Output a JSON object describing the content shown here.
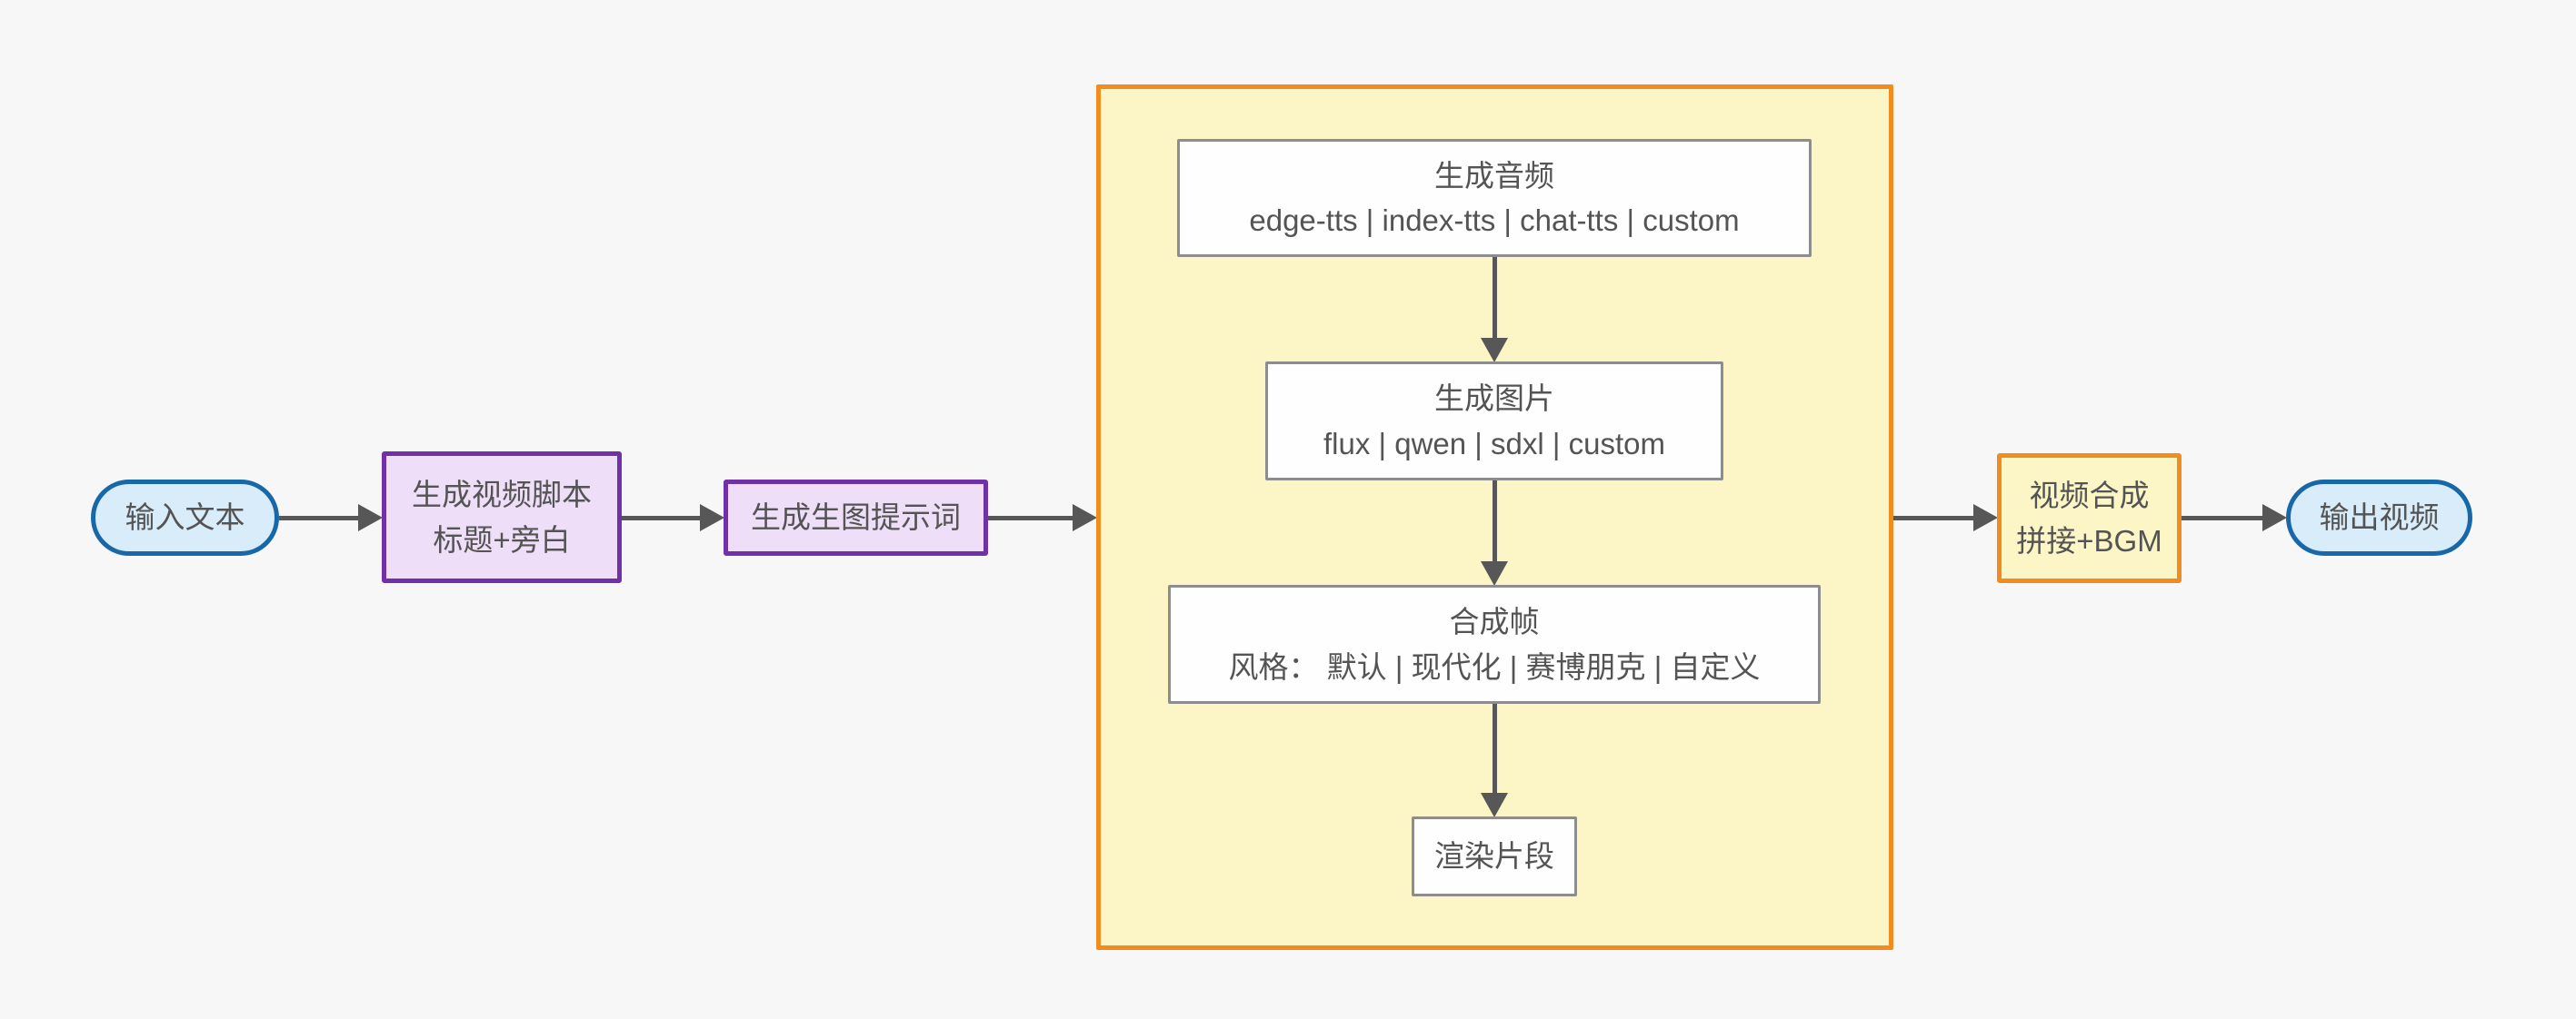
{
  "diagram": {
    "type": "flowchart-left-to-right",
    "colors": {
      "background": "#f7f7f8",
      "terminal_fill": "#d8ecfa",
      "terminal_border": "#1868a9",
      "llm_step_fill": "#eedef7",
      "llm_step_border": "#7230a8",
      "pipeline_fill": "#fcf5c6",
      "pipeline_border": "#f18c1f",
      "step_fill": "#fefefe",
      "step_border": "#8d8d8d",
      "arrow": "#575757",
      "text": "#545454"
    },
    "nodes": {
      "input": {
        "label": "输入文本"
      },
      "script": {
        "line1": "生成视频脚本",
        "line2": "标题+旁白"
      },
      "prompt": {
        "label": "生成生图提示词"
      },
      "audio": {
        "title": "生成音频",
        "options": "edge-tts | index-tts | chat-tts | custom"
      },
      "image": {
        "title": "生成图片",
        "options": "flux | qwen | sdxl | custom"
      },
      "frame": {
        "title": "合成帧",
        "options": "风格： 默认 | 现代化 | 赛博朋克 | 自定义"
      },
      "render": {
        "label": "渲染片段"
      },
      "compose": {
        "line1": "视频合成",
        "line2": "拼接+BGM"
      },
      "output": {
        "label": "输出视频"
      }
    },
    "edges": [
      "input -> script",
      "script -> prompt",
      "prompt -> pipeline",
      "audio -> image",
      "image -> frame",
      "frame -> render",
      "pipeline -> compose",
      "compose -> output"
    ]
  }
}
